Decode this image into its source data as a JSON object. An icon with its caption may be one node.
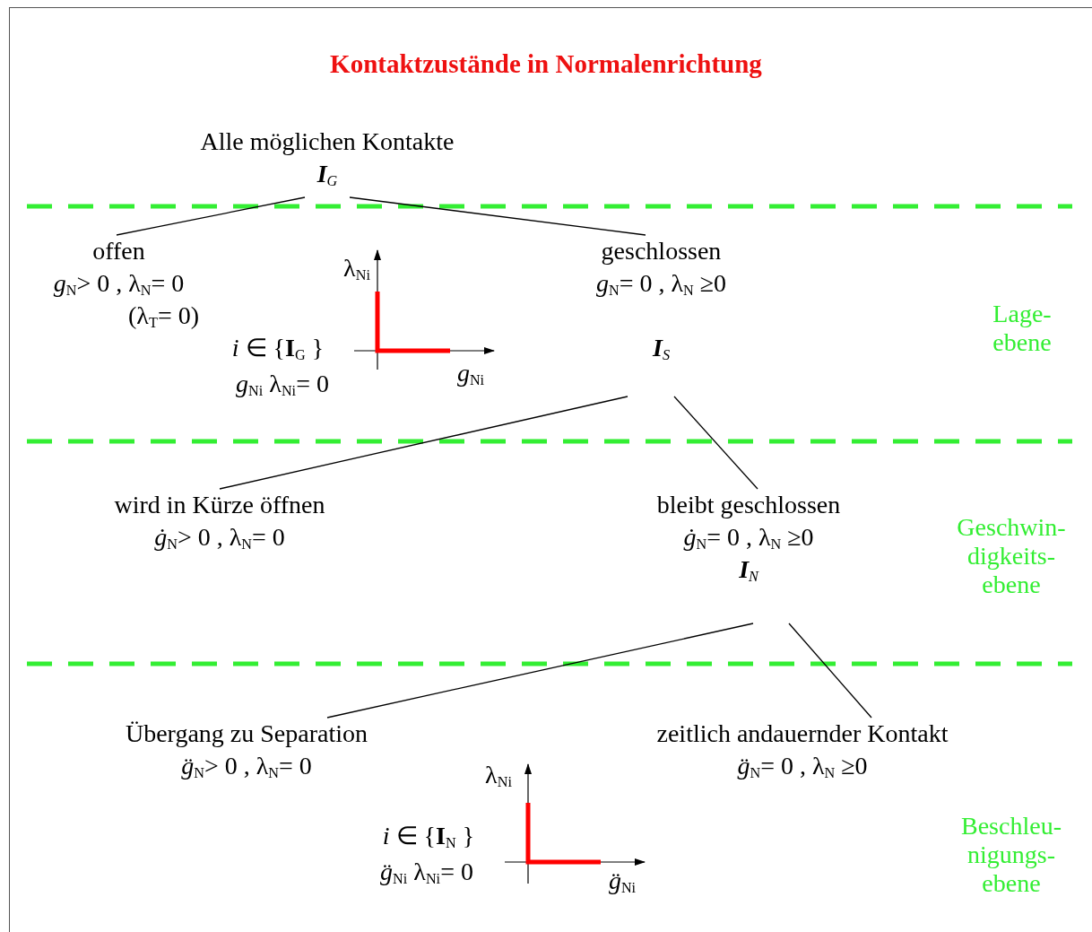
{
  "diagram": {
    "title": "Kontaktzustände in Normalenrichtung",
    "nodes": [
      {
        "text": [
          "Alle möglichen Kontakte",
          "**I**$_{G}$"
        ]
      },
      {
        "text": [
          "offen",
          "*g*$_{N}$> 0 , λ$_{N}$= 0",
          "(λ$_{T}$= 0)"
        ]
      },
      {
        "text": [
          "geschlossen",
          "*g*$_{N}$= 0 ,  λ$_{N}$ ≥0",
          "**I**$_{S}$"
        ]
      },
      {
        "text": [
          "wird in Kürze öffnen",
          "*ġ*$_{N}$> 0 ,  λ$_{N}$= 0"
        ]
      },
      {
        "text": [
          "bleibt geschlossen",
          "*ġ*$_{N}$= 0 ,  λ$_{N}$ ≥0",
          "**I**$_{N}$"
        ]
      },
      {
        "text": [
          "Übergang zu Separation",
          "*g̈*$_{N}$> 0 ,  λ$_{N}$= 0"
        ]
      },
      {
        "text": [
          "zeitlich andauernder Kontakt",
          "*g̈*$_{N}$= 0 ,  λ$_{N}$ ≥0"
        ]
      }
    ],
    "edges": [
      {
        "from": 0,
        "to": 1,
        "arrow": "none"
      },
      {
        "from": 0,
        "to": 2,
        "arrow": "none"
      },
      {
        "from": 2,
        "to": 3,
        "arrow": "none"
      },
      {
        "from": 2,
        "to": 4,
        "arrow": "none"
      },
      {
        "from": 4,
        "to": 5,
        "arrow": "none"
      },
      {
        "from": 4,
        "to": 6,
        "arrow": "none"
      }
    ],
    "labels": [
      "λ$_{Ni}$",
      "*i* ∈ {**I**$_{G}$ }",
      "*g*$_{Ni}$",
      "*g*$_{Ni}$ λ$_{Ni}$= 0",
      "Lage- ebene",
      "Geschwin- digkeits- ebene",
      "λ$_{Ni}$",
      "*i* ∈ {**I**$_{N}$ }",
      "*g̈*$_{Ni}$ λ$_{Ni}$= 0",
      "*g̈*$_{Ni}$",
      "Beschleu- nigungs- ebene"
    ]
  }
}
